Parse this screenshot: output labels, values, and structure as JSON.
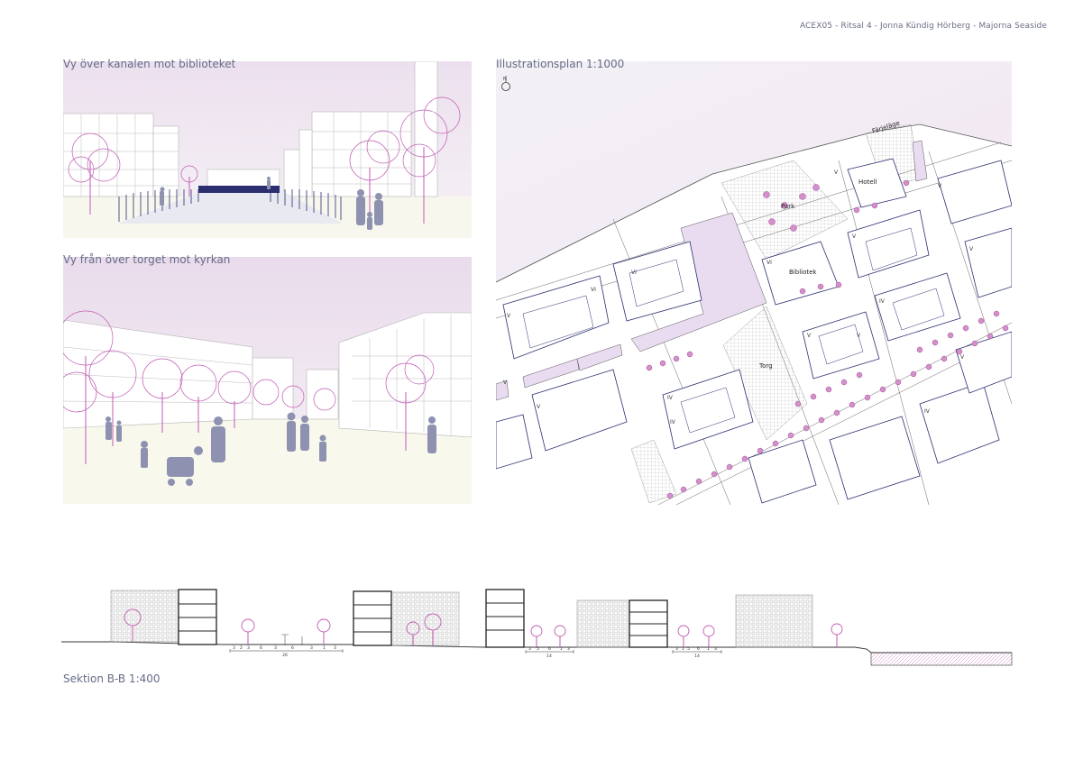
{
  "header": {
    "text": "ACEX05 - Ritsal 4 - Jonna Kündig Hörberg - Majorna Seaside"
  },
  "view1": {
    "title": "Vy över kanalen mot biblioteket"
  },
  "view2": {
    "title": "Vy från över torget mot kyrkan"
  },
  "plan": {
    "title": "Illustrationsplan 1:1000",
    "north": "N",
    "labels": {
      "ferry": "Färjeläge",
      "hotel": "Hotell",
      "park": "Park",
      "library": "Bibliotek",
      "square": "Torg"
    },
    "floors": [
      "VI",
      "VI",
      "V",
      "V",
      "V",
      "VI",
      "IV",
      "IV",
      "V",
      "V",
      "IV",
      "V",
      "V",
      "V",
      "V",
      "IV",
      "V"
    ]
  },
  "section": {
    "title": "Sektion B-B 1:400",
    "dim1": {
      "total": "26",
      "parts": [
        "3",
        "2",
        "3",
        "6",
        "3",
        "6",
        "3",
        "1",
        "3"
      ]
    },
    "dim2": {
      "total": "14",
      "parts": [
        "3",
        "5",
        "6",
        "1",
        "3"
      ]
    },
    "dim3": {
      "total": "14",
      "parts": [
        "3",
        "1",
        "5",
        "6",
        "1",
        "3"
      ]
    }
  },
  "colors": {
    "pink": "#c05bb2",
    "slate": "#8e92b0",
    "navy": "#2b2f70",
    "sky": "#ede2ef",
    "ground": "#f8f8ec",
    "line": "#333333"
  }
}
